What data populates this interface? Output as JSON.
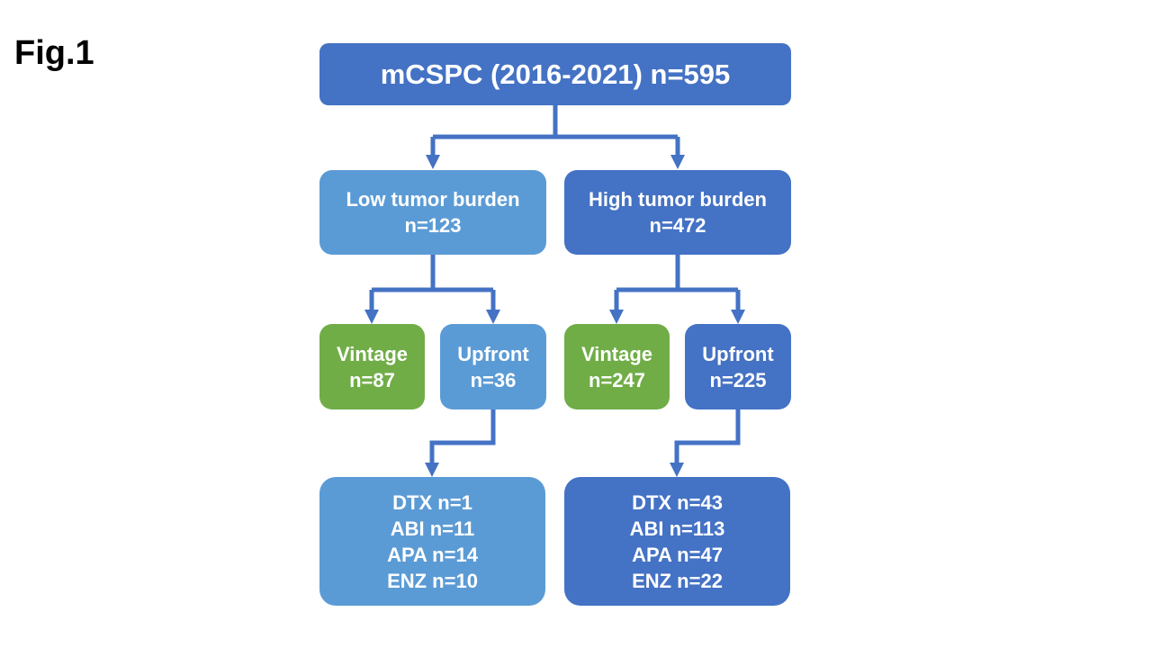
{
  "figure_label": "Fig.1",
  "colors": {
    "dark_blue": "#4472c4",
    "light_blue": "#5b9bd5",
    "green": "#70ad47",
    "text": "#ffffff"
  },
  "root": {
    "label": "mCSPC (2016-2021) n=595"
  },
  "groups": [
    {
      "title": "Low tumor burden",
      "n": "n=123",
      "vintage": {
        "label": "Vintage",
        "n": "n=87"
      },
      "upfront": {
        "label": "Upfront",
        "n": "n=36"
      },
      "treatments": [
        "DTX n=1",
        "ABI n=11",
        "APA n=14",
        "ENZ n=10"
      ]
    },
    {
      "title": "High tumor burden",
      "n": "n=472",
      "vintage": {
        "label": "Vintage",
        "n": "n=247"
      },
      "upfront": {
        "label": "Upfront",
        "n": "n=225"
      },
      "treatments": [
        "DTX n=43",
        "ABI n=113",
        "APA n=47",
        "ENZ n=22"
      ]
    }
  ]
}
